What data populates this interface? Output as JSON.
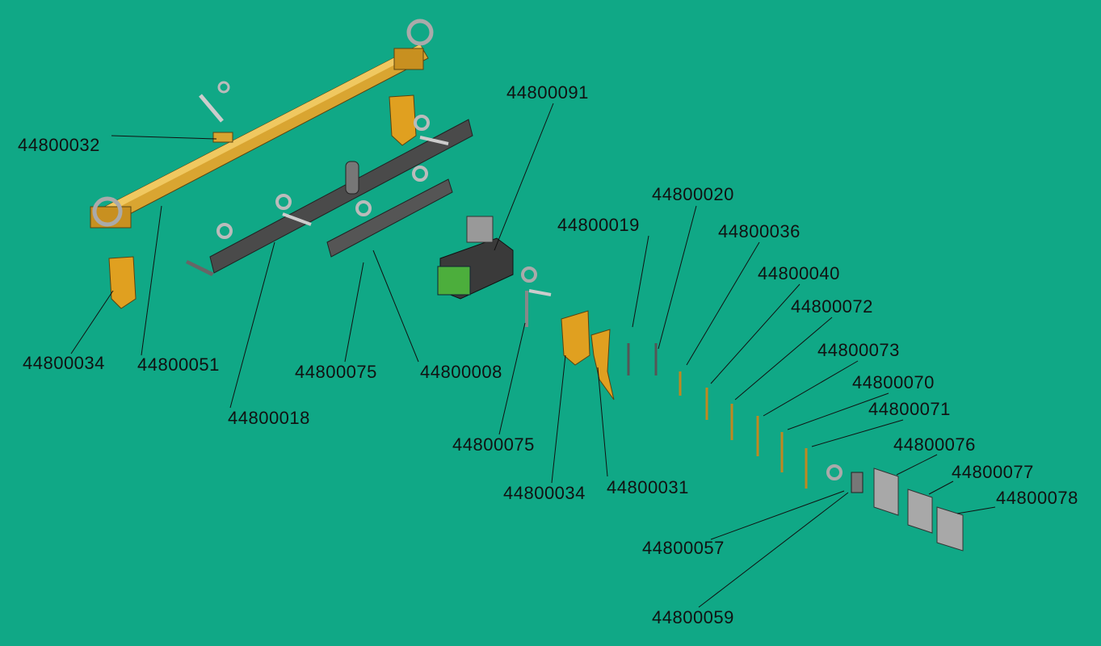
{
  "colors": {
    "background": "#10a886",
    "beam": "#d9a531",
    "rail": "#4a4a4a",
    "part": "#c8c8c8",
    "label": "#111111"
  },
  "labels": [
    {
      "id": "44800032"
    },
    {
      "id": "44800091"
    },
    {
      "id": "44800020"
    },
    {
      "id": "44800019"
    },
    {
      "id": "44800036"
    },
    {
      "id": "44800040"
    },
    {
      "id": "44800072"
    },
    {
      "id": "44800073"
    },
    {
      "id": "44800070"
    },
    {
      "id": "44800071"
    },
    {
      "id": "44800076"
    },
    {
      "id": "44800077"
    },
    {
      "id": "44800078"
    },
    {
      "id": "44800034"
    },
    {
      "id": "44800051"
    },
    {
      "id": "44800075"
    },
    {
      "id": "44800008"
    },
    {
      "id": "44800018"
    },
    {
      "id": "44800075"
    },
    {
      "id": "44800034"
    },
    {
      "id": "44800031"
    },
    {
      "id": "44800057"
    },
    {
      "id": "44800059"
    }
  ]
}
